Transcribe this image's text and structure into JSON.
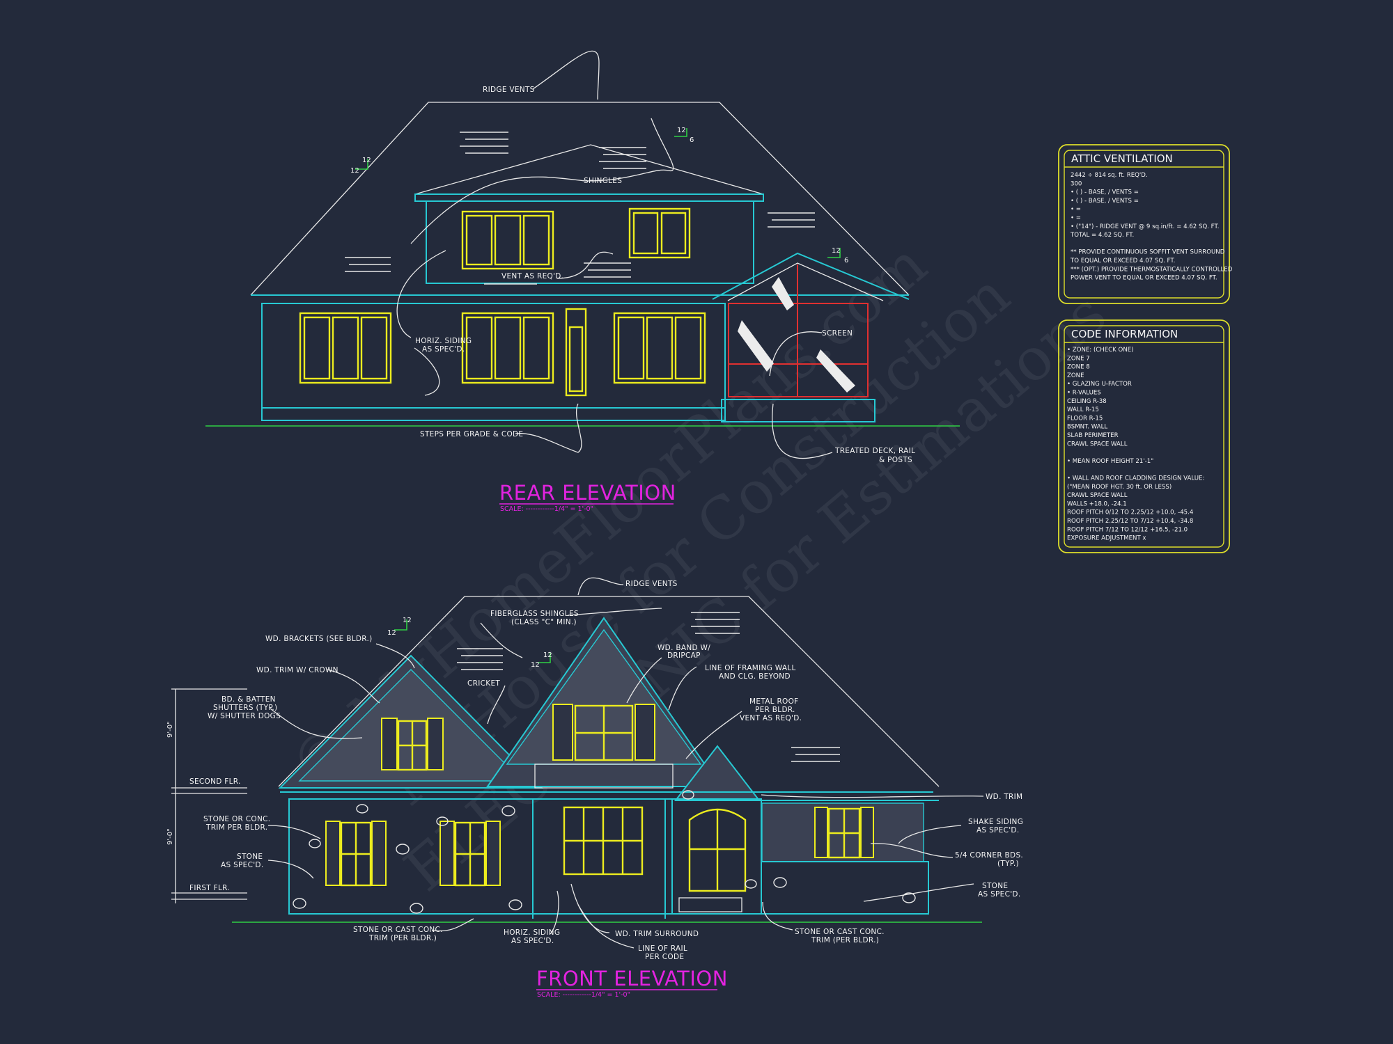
{
  "watermark": {
    "line1": "© MyHomeFloorPlans.com",
    "line2": "MyHouse for Construction",
    "line3": "ELECTRONIC for Estimations"
  },
  "rear": {
    "title": "REAR ELEVATION",
    "scale": "SCALE: ------------1/4\" = 1'-0\"",
    "labels": {
      "ridge_vents": "RIDGE VENTS",
      "shingles": "SHINGLES",
      "vent": "VENT AS REQ'D.",
      "horiz1": "HORIZ. SIDING",
      "horiz2": "AS SPEC'D.",
      "screen": "SCREEN",
      "steps": "STEPS PER GRADE & CODE",
      "deck1": "TREATED DECK, RAIL",
      "deck2": "& POSTS"
    },
    "pitches": {
      "a_rise": "12",
      "a_run": "12",
      "b_rise": "12",
      "b_run": "6",
      "c_rise": "12",
      "c_run": "6"
    }
  },
  "front": {
    "title": "FRONT ELEVATION",
    "scale": "SCALE: ------------1/4\" = 1'-0\"",
    "labels": {
      "ridge_vents": "RIDGE VENTS",
      "fiber1": "FIBERGLASS SHINGLES",
      "fiber2": "(CLASS \"C\" MIN.)",
      "brackets": "WD. BRACKETS (SEE BLDR.)",
      "trim_crown": "WD. TRIM W/ CROWN",
      "shut1": "BD. & BATTEN",
      "shut2": "SHUTTERS (TYP.)",
      "shut3": "W/ SHUTTER DOGS",
      "cricket": "CRICKET",
      "band1": "WD. BAND W/",
      "band2": "DRIPCAP",
      "framing1": "LINE OF FRAMING WALL",
      "framing2": "AND CLG. BEYOND",
      "metal1": "METAL ROOF",
      "metal2": "PER BLDR.",
      "metal3": "VENT AS REQ'D.",
      "second_flr": "SECOND FLR.",
      "first_flr": "FIRST FLR.",
      "dim_upper": "9'-0\"",
      "dim_lower": "9'-0\"",
      "trim_l1": "STONE OR CONC.",
      "trim_l2": "TRIM PER BLDR.",
      "stone_l1": "STONE",
      "stone_l2": "AS SPEC'D.",
      "wd_trim": "WD. TRIM",
      "shake1": "SHAKE SIDING",
      "shake2": "AS SPEC'D.",
      "corner1": "5/4 CORNER BDS.",
      "corner2": "(TYP.)",
      "stone_r1": "STONE",
      "stone_r2": "AS SPEC'D.",
      "cast_l1": "STONE OR CAST CONC.",
      "cast_l2": "TRIM (PER BLDR.)",
      "horiz1": "HORIZ. SIDING",
      "horiz2": "AS SPEC'D.",
      "surround": "WD. TRIM SURROUND",
      "rail1": "LINE OF RAIL",
      "rail2": "PER CODE",
      "cast_r1": "STONE OR CAST CONC.",
      "cast_r2": "TRIM (PER BLDR.)"
    },
    "pitches": {
      "a_rise": "12",
      "a_run": "12",
      "b_rise": "12",
      "b_run": "12"
    }
  },
  "attic": {
    "title": "ATTIC VENTILATION",
    "lines": [
      "2442 ÷ 814 sq. ft. REQ'D.",
      "300",
      "• (    ) -          BASE,    /     VENTS   =",
      "• (    ) -          BASE,    /     VENTS   =",
      "•                                                  =",
      "•                                                  =",
      "• (\"14\") - RIDGE VENT @ 9 sq.in/ft.  = 4.62 SQ. FT.",
      "                                   TOTAL      = 4.62 SQ. FT.",
      "",
      "** PROVIDE CONTINUOUS SOFFIT VENT SURROUND",
      "    TO EQUAL OR EXCEED  4.07 SQ. FT.",
      "*** (OPT.) PROVIDE THERMOSTATICALLY CONTROLLED",
      "    POWER VENT TO EQUAL OR EXCEED  4.07 SQ. FT."
    ]
  },
  "code": {
    "title": "CODE INFORMATION",
    "lines": [
      "• ZONE: (CHECK ONE)",
      "      ZONE 7",
      "      ZONE 8",
      "      ZONE",
      "• GLAZING U-FACTOR",
      "• R-VALUES",
      "      CEILING                       R-38",
      "      WALL                          R-15",
      "      FLOOR                         R-15",
      "      BSMNT. WALL",
      "      SLAB PERIMETER",
      "      CRAWL SPACE WALL",
      "",
      "• MEAN ROOF HEIGHT  21'-1\"",
      "",
      "• WALL AND ROOF CLADDING DESIGN VALUE:",
      "  (\"MEAN ROOF HGT. 30 ft. OR LESS)",
      "      CRAWL SPACE WALL",
      "      WALLS                          +18.0, -24.1",
      "      ROOF PITCH 0/12 TO 2.25/12   +10.0, -45.4",
      "      ROOF PITCH 2.25/12 TO 7/12   +10.4, -34.8",
      "      ROOF PITCH 7/12 TO 12/12     +16.5, -21.0",
      "      EXPOSURE ADJUSTMENT          x"
    ]
  }
}
